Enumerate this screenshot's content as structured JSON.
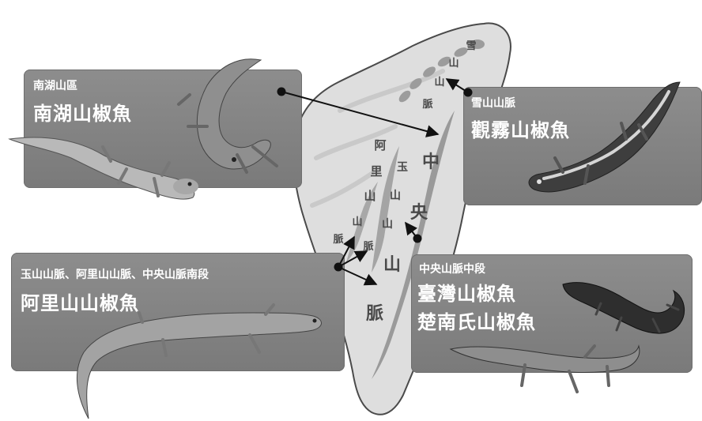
{
  "map": {
    "ranges": {
      "xueshan": [
        "雪",
        "山",
        "山",
        "脈"
      ],
      "alishan": [
        "阿",
        "里",
        "山",
        "山",
        "脈"
      ],
      "yushan": [
        "玉",
        "山",
        "山",
        "脈"
      ],
      "zhongyang": [
        "中",
        "央",
        "山",
        "脈"
      ]
    }
  },
  "panels": {
    "nanhu": {
      "subtitle": "南湖山區",
      "titles": [
        "南湖山椒魚"
      ]
    },
    "xueshan": {
      "subtitle": "雪山山脈",
      "titles": [
        "觀霧山椒魚"
      ]
    },
    "alishan": {
      "subtitle": "玉山山脈、阿里山山脈、中央山脈南段",
      "titles": [
        "阿里山山椒魚"
      ]
    },
    "central": {
      "subtitle": "中央山脈中段",
      "titles": [
        "臺灣山椒魚",
        "楚南氏山椒魚"
      ]
    }
  },
  "colors": {
    "panel_bg": "#838383",
    "map_fill": "#dcdcdc",
    "range_fill": "#9a9a9a",
    "arrow": "#111111",
    "label_text": "#ffffff"
  }
}
